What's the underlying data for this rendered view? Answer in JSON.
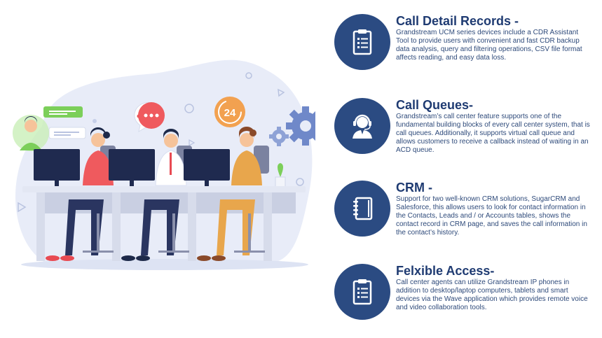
{
  "illustration": {
    "timer_badge_label": "24"
  },
  "features": [
    {
      "title": "Call Detail Records -",
      "icon": "clipboard-list-icon",
      "body": "Grandstream UCM series devices include a CDR Assistant Tool to provide users with convenient and fast CDR backup data analysis, query and filtering operations, CSV file format affects reading, and easy data loss."
    },
    {
      "title": "Call Queues-",
      "icon": "call-agent-icon",
      "body": "Grandstream’s call center feature supports one of the fundamental building blocks of every call center system, that is call queues. Additionally, it supports virtual call queue and allows customers to receive a callback instead of waiting in an ACD queue."
    },
    {
      "title": "CRM -",
      "icon": "notebook-icon",
      "body": "Support for two well-known CRM solutions, SugarCRM and Salesforce, this allows users to look for contact information in the Contacts, Leads and / or Accounts tables, shows the contact record in CRM page, and saves the call information in the contact’s history."
    },
    {
      "title": "Felxible Access-",
      "icon": "clipboard-list-icon",
      "body": "Call center agents can utilize Grandstream IP phones in addition to desktop/laptop computers, tablets and smart devices via the Wave application which provides remote voice and video collaboration tools."
    }
  ],
  "colors": {
    "badge_blue": "#2b4b82",
    "title_blue": "#1f3b72",
    "body_blue": "#2e4a7a",
    "blob_bg": "#e8ecf8",
    "orange_accent": "#f08a3a",
    "red_accent": "#e84a52",
    "green_accent": "#7ccf5a"
  }
}
